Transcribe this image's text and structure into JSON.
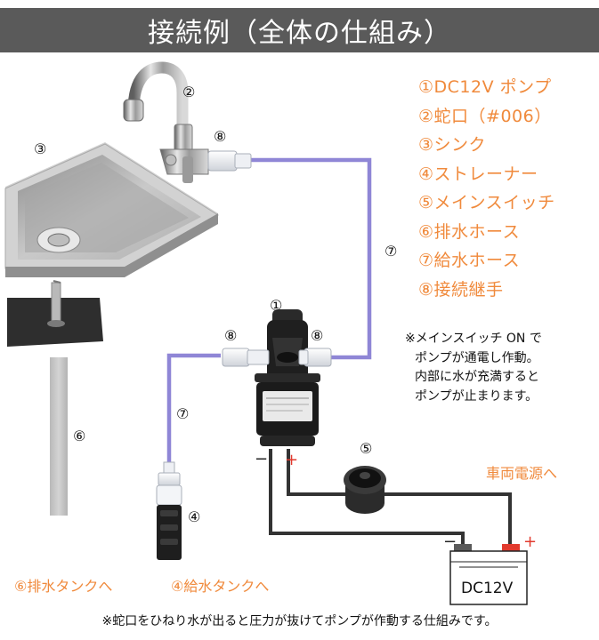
{
  "title": "接続例（全体の仕組み）",
  "legend": [
    "①DC12V ポンプ",
    "②蛇口（#006）",
    "③シンク",
    "④ストレーナー",
    "⑤メインスイッチ",
    "⑥排水ホース",
    "⑦給水ホース",
    "⑧接続継手"
  ],
  "note_lines": [
    "※メインスイッチ ON で",
    "ポンプが通電し作動。",
    "内部に水が充満すると",
    "ポンプが止まります。"
  ],
  "markers": {
    "pump": "①",
    "faucet": "②",
    "sink": "③",
    "strainer": "④",
    "switch": "⑤",
    "drain_hose": "⑥",
    "supply_hose": "⑦",
    "fitting": "⑧"
  },
  "polarity": {
    "minus": "−",
    "plus": "+"
  },
  "battery_label": "DC12V",
  "vehicle_power_label": "車両電源へ",
  "drain_tank_label": "⑥排水タンクへ",
  "supply_tank_label": "④給水タンクへ",
  "footnote": "※蛇口をひねり水が出ると圧力が抜けてポンプが作動する仕組みです。",
  "colors": {
    "title_bg": "#5a5a5a",
    "accent_orange": "#f08a3c",
    "hose_blue": "#8f86d6",
    "wire": "#333333",
    "polarity_red": "#e23a2e"
  }
}
